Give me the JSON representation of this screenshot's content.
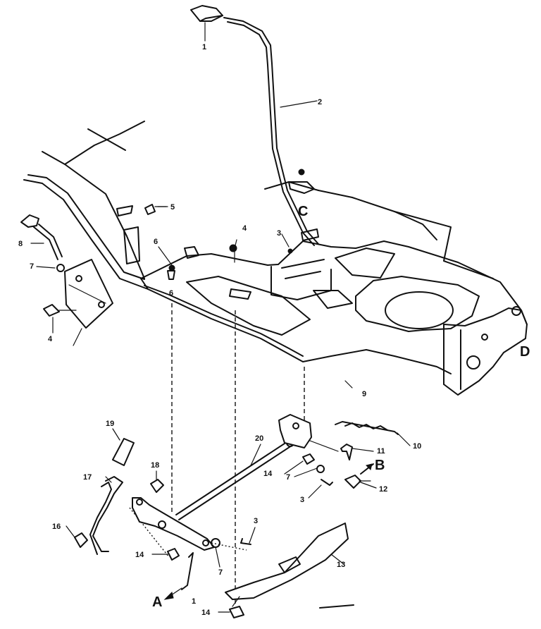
{
  "callouts": [
    {
      "id": "1",
      "label": "1"
    },
    {
      "id": "2",
      "label": "2"
    },
    {
      "id": "5",
      "label": "5"
    },
    {
      "id": "4a",
      "label": "4"
    },
    {
      "id": "3a",
      "label": "3"
    },
    {
      "id": "6a",
      "label": "6"
    },
    {
      "id": "6b",
      "label": "6"
    },
    {
      "id": "7a",
      "label": "7"
    },
    {
      "id": "8a",
      "label": "8"
    },
    {
      "id": "4b",
      "label": "4"
    },
    {
      "id": "9",
      "label": "9"
    },
    {
      "id": "10",
      "label": "10"
    },
    {
      "id": "11",
      "label": "11"
    },
    {
      "id": "12",
      "label": "12"
    },
    {
      "id": "19",
      "label": "19"
    },
    {
      "id": "20",
      "label": "20"
    },
    {
      "id": "17",
      "label": "17"
    },
    {
      "id": "18",
      "label": "18"
    },
    {
      "id": "14a",
      "label": "14"
    },
    {
      "id": "7b",
      "label": "7"
    },
    {
      "id": "3b",
      "label": "3"
    },
    {
      "id": "16",
      "label": "16"
    },
    {
      "id": "3c",
      "label": "3"
    },
    {
      "id": "14b",
      "label": "14"
    },
    {
      "id": "7c",
      "label": "7"
    },
    {
      "id": "1b",
      "label": "1"
    },
    {
      "id": "13",
      "label": "13"
    },
    {
      "id": "14c",
      "label": "14"
    }
  ],
  "reference_letters": {
    "A": "A",
    "B": "B",
    "C": "C",
    "D": "D"
  }
}
